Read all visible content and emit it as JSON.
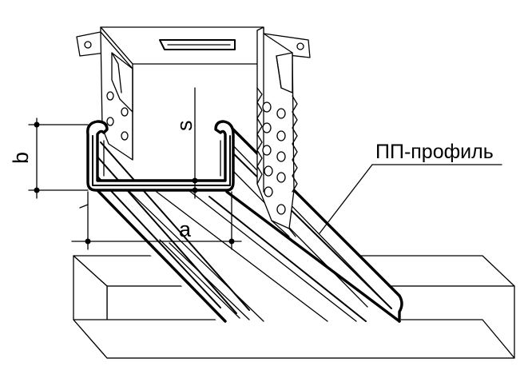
{
  "labels": {
    "b": "b",
    "s": "s",
    "a": "a",
    "profile": "ПП-профиль"
  },
  "colors": {
    "ink": "#000000",
    "paper": "#ffffff"
  }
}
